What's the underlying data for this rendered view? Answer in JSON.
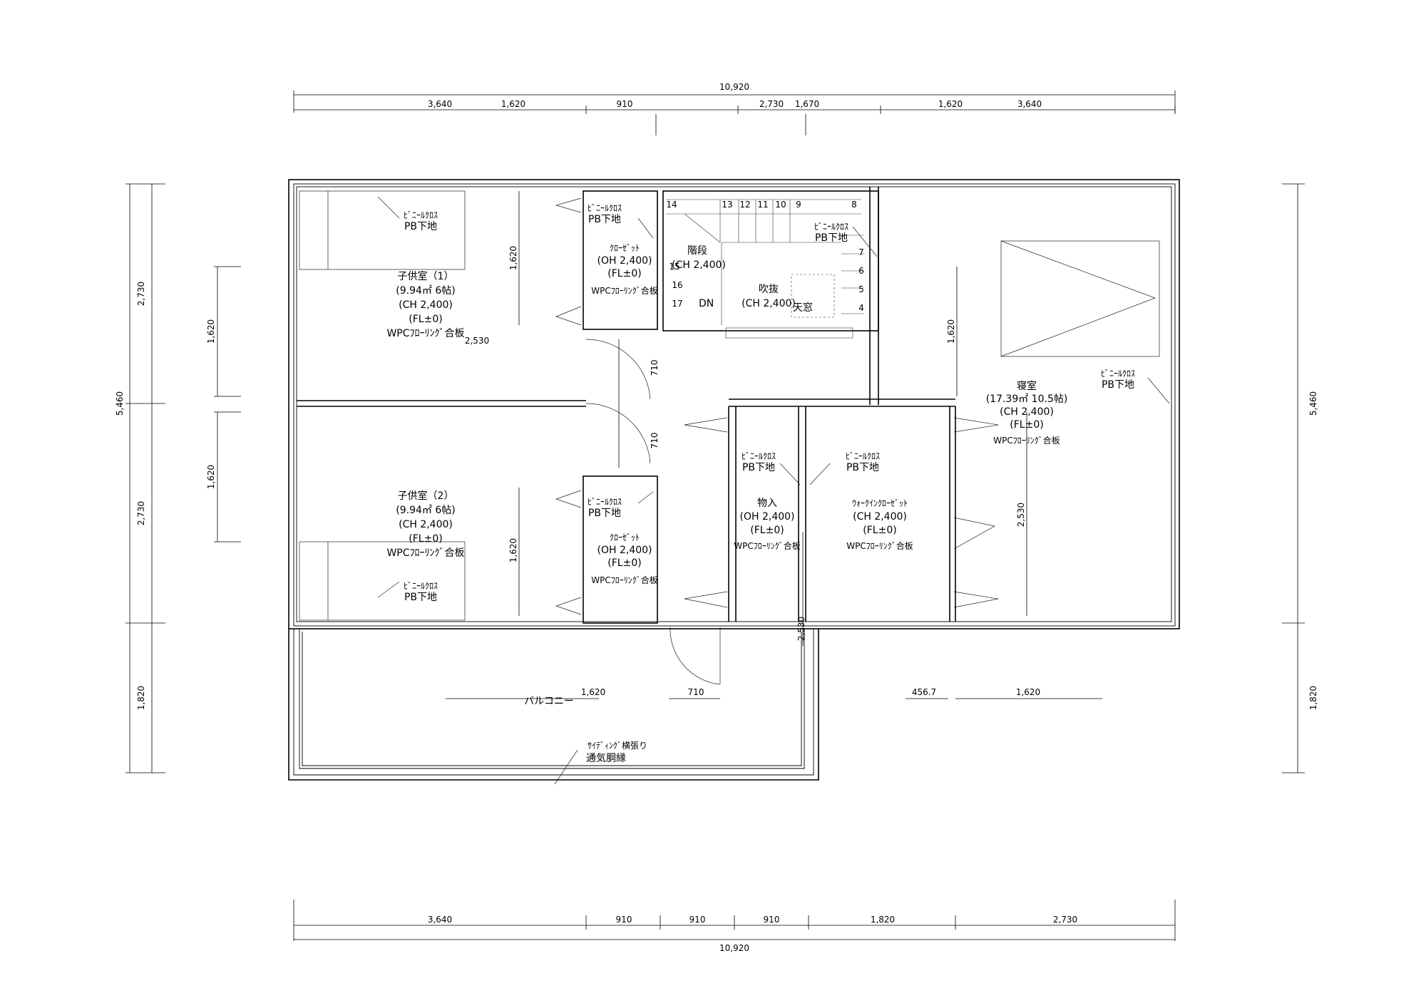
{
  "dimensions": {
    "top_total": "10,920",
    "top": [
      "3,640",
      "1,620",
      "910",
      "2,730",
      "1,670",
      "1,620",
      "3,640"
    ],
    "bottom": [
      "3,640",
      "910",
      "910",
      "910",
      "1,820",
      "2,730"
    ],
    "bottom_total": "10,920",
    "left_total": "5,460",
    "left_upper": "2,730",
    "left_lower": "2,730",
    "left_balcony": "1,820",
    "left_inner_upper": "1,620",
    "left_inner_lower": "1,620",
    "right_total": "5,460",
    "right_balcony": "1,820"
  },
  "interior_dims": {
    "room1_door": "1,620",
    "closet_gap_1": "710",
    "closet_gap_2": "710",
    "room2_door": "1,620",
    "corridor_span": "2,530",
    "storage_span": "2,530",
    "bedroom_span": "1,620",
    "bedroom_span_2": "2,530",
    "balcony_a": "1,620",
    "balcony_b": "710",
    "balcony_c": "456.7",
    "balcony_d": "1,620"
  },
  "rooms": {
    "child1": {
      "name": "子供室（1）",
      "area": "(9.94㎡ 6帖)",
      "ch": "(CH 2,400)",
      "fl": "(FL±0)",
      "floor": "WPCﾌﾛｰﾘﾝｸﾞ合板"
    },
    "child2": {
      "name": "子供室（2）",
      "area": "(9.94㎡ 6帖)",
      "ch": "(CH 2,400)",
      "fl": "(FL±0)",
      "floor": "WPCﾌﾛｰﾘﾝｸﾞ合板"
    },
    "closet1": {
      "name": "ｸﾛｰｾﾞｯﾄ",
      "ch": "(OH 2,400)",
      "fl": "(FL±0)",
      "floor": "WPCﾌﾛｰﾘﾝｸﾞ合板"
    },
    "closet2": {
      "name": "ｸﾛｰｾﾞｯﾄ",
      "ch": "(OH 2,400)",
      "fl": "(FL±0)",
      "floor": "WPCﾌﾛｰﾘﾝｸﾞ合板"
    },
    "stairs": {
      "name": "階段",
      "ch": "(CH 2,400)",
      "dn": "DN"
    },
    "void": {
      "name": "吹抜",
      "ch": "(CH 2,400)",
      "skylight": "天窓"
    },
    "storage": {
      "name": "物入",
      "ch": "(OH 2,400)",
      "fl": "(FL±0)",
      "floor": "WPCﾌﾛｰﾘﾝｸﾞ合板"
    },
    "wic": {
      "name": "ｳｫｰｸｲﾝｸﾛｰｾﾞｯﾄ",
      "ch": "(CH 2,400)",
      "fl": "(FL±0)",
      "floor": "WPCﾌﾛｰﾘﾝｸﾞ合板"
    },
    "bedroom": {
      "name": "寝室",
      "area": "(17.39㎡ 10.5帖)",
      "ch": "(CH 2,400)",
      "fl": "(FL±0)",
      "floor": "WPCﾌﾛｰﾘﾝｸﾞ合板"
    },
    "balcony": {
      "name": "バルコニー"
    }
  },
  "finish_notes": {
    "vinyl": "ﾋﾞﾆｰﾙｸﾛｽ",
    "pb": "PB下地",
    "siding": "ｻｲﾃﾞｨﾝｸﾞ横張り",
    "vent": "通気胴縁"
  },
  "stair_numbers": {
    "top_row": [
      "14",
      "13",
      "12",
      "11",
      "10",
      "9",
      "8"
    ],
    "right_col": [
      "7",
      "6",
      "5",
      "4"
    ],
    "left_col": [
      "15",
      "16",
      "17"
    ]
  }
}
